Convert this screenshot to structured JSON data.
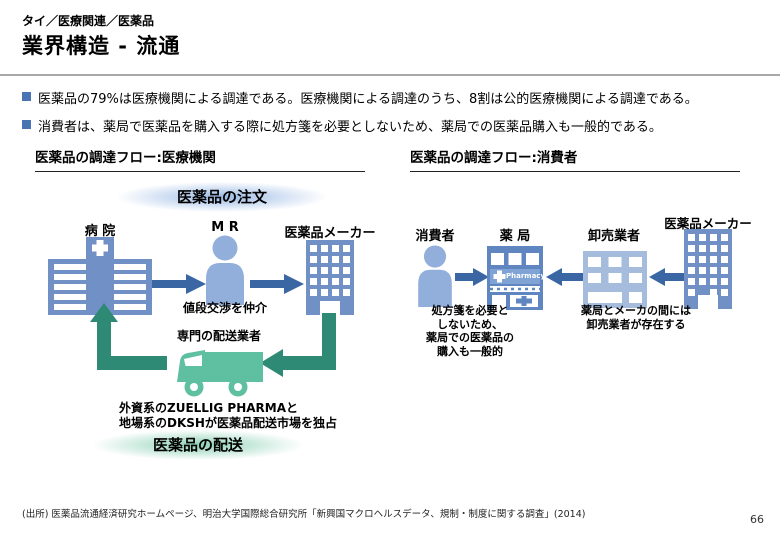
{
  "header": {
    "kicker": "タイ／医療関連／医薬品",
    "title": "業界構造 - 流通"
  },
  "bullets": [
    "医薬品の79%は医療機関による調達である。医療機関による調達のうち、8割は公的医療機関による調達である。",
    "消費者は、薬局で医薬品を購入する際に処方箋を必要としないため、薬局での医薬品購入も一般的である。"
  ],
  "left_panel": {
    "title": "医薬品の調達フロー:医療機関",
    "order_label": "医薬品の注文",
    "hospital_label": "病 院",
    "mr_label": "M R",
    "maker_label": "医薬品メーカー",
    "mr_note": "値段交渉を仲介",
    "courier_label": "専門の配送業者",
    "monopoly_note": "外資系のZUELLIG PHARMAと\n地場系のDKSHが医薬品配送市場を独占",
    "delivery_label": "医薬品の配送"
  },
  "right_panel": {
    "title": "医薬品の調達フロー:消費者",
    "consumer_label": "消費者",
    "pharmacy_label": "薬 局",
    "pharmacy_sign": "Pharmacy",
    "wholesaler_label": "卸売業者",
    "maker_label": "医薬品メーカー",
    "consumer_note": "処方箋を必要と\nしないため、\n薬局での医薬品の\n購入も一般的",
    "wholesaler_note": "薬局とメーカの間には\n卸売業者が存在する"
  },
  "footer": {
    "source": "(出所) 医薬品流通経済研究ホームページ、明治大学国際総合研究所「新興国マクロヘルスデータ、規制・制度に関する調査」(2014)",
    "page_number": "66"
  },
  "icons": {
    "hospital": "hospital-building-icon",
    "mr": "person-icon",
    "maker": "office-building-icon",
    "courier": "truck-icon",
    "consumer": "person-icon",
    "pharmacy": "pharmacy-building-icon",
    "wholesaler": "office-building-icon"
  },
  "colors": {
    "arrow_blue": "#3a66a3",
    "icon_blue": "#7090c6",
    "pharmacy_blue": "#5f86c0",
    "wholesaler_blue": "#a6bcdc",
    "person_blue": "#92aeda",
    "flow_green": "#2e8a74",
    "truck_green": "#5ec0a1",
    "bullet_blue": "#4a74b4"
  }
}
